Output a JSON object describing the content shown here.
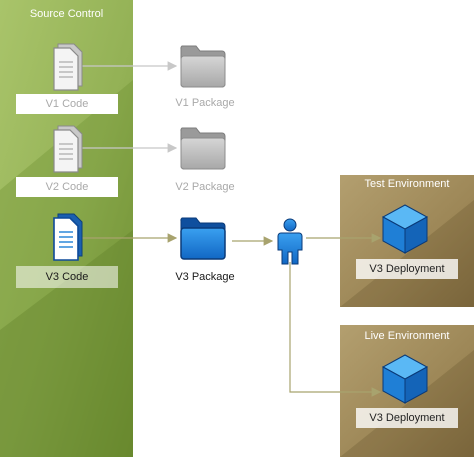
{
  "source_control": {
    "title": "Source Control",
    "items": [
      {
        "code_label": "V1 Code",
        "state": "inactive"
      },
      {
        "code_label": "V2 Code",
        "state": "inactive"
      },
      {
        "code_label": "V3 Code",
        "state": "active"
      }
    ]
  },
  "packages": [
    {
      "label": "V1 Package",
      "state": "inactive"
    },
    {
      "label": "V2 Package",
      "state": "inactive"
    },
    {
      "label": "V3 Package",
      "state": "active"
    }
  ],
  "environments": {
    "test": {
      "title": "Test Environment",
      "deployment_label": "V3 Deployment"
    },
    "live": {
      "title": "Live Environment",
      "deployment_label": "V3 Deployment"
    }
  },
  "colors": {
    "panel_green": "#98b55a",
    "panel_dark_green": "#6f8f32",
    "env_brown": "#9c8656",
    "active_blue": "#1f7fd6",
    "inactive_gray": "#b4b4b4",
    "connector_gray": "#c8c8c8",
    "connector_olive": "#a8a36e",
    "inactive_text": "#a9a9a9",
    "active_text": "#1a1a1a"
  },
  "icons": {
    "code": "document-stack-icon",
    "package": "folder-icon",
    "deployer": "person-icon",
    "deployment": "cube-icon"
  }
}
